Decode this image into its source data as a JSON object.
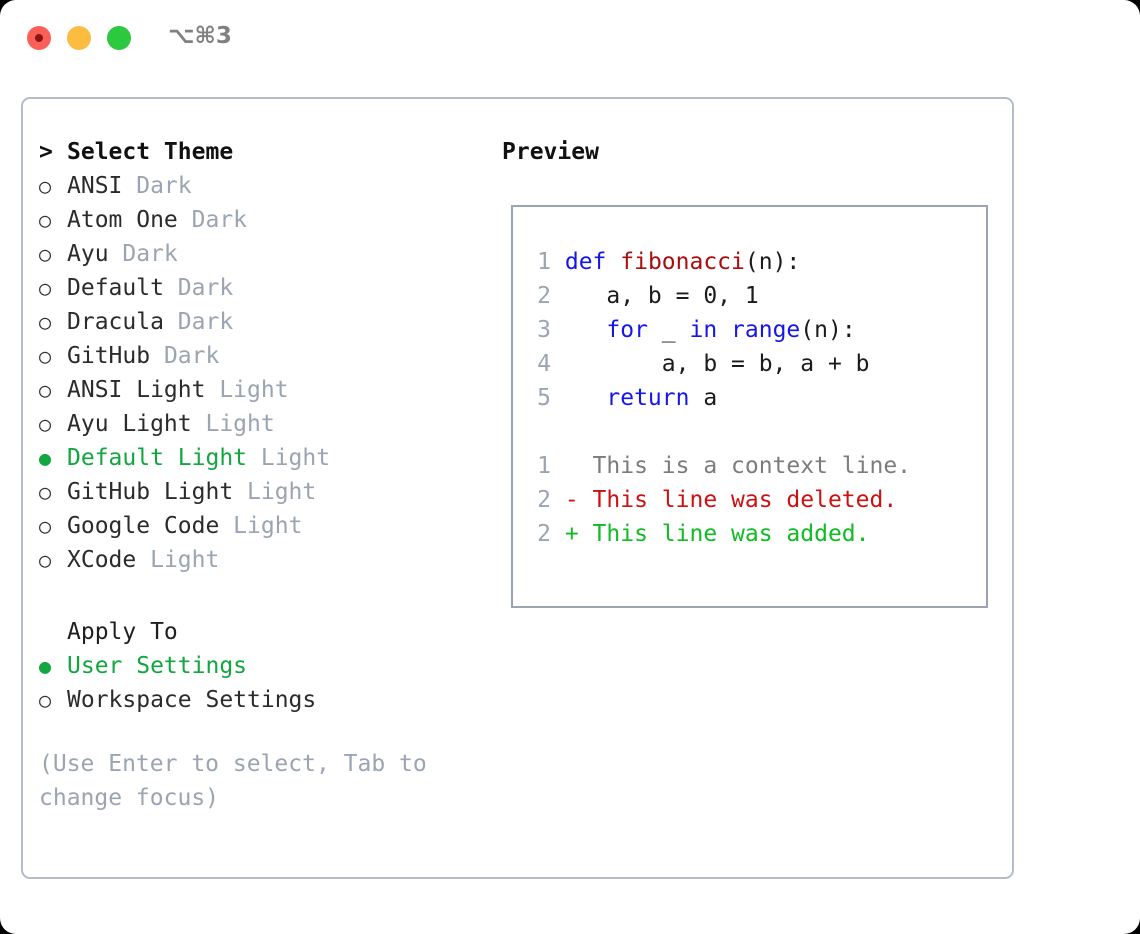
{
  "titlebar": {
    "shortcut": "⌥⌘3",
    "buttons": [
      "close",
      "minimize",
      "maximize"
    ]
  },
  "theme_picker": {
    "header": "> Select Theme",
    "header_prefix": ">",
    "header_text": "Select Theme",
    "marker_selected": "●",
    "marker_unselected": "○",
    "selected_theme": "Default Light",
    "accent_color": "#12a63f",
    "muted_color": "#9aa5b1",
    "items": [
      {
        "name": "ANSI",
        "category": "Dark",
        "selected": false
      },
      {
        "name": "Atom One",
        "category": "Dark",
        "selected": false
      },
      {
        "name": "Ayu",
        "category": "Dark",
        "selected": false
      },
      {
        "name": "Default",
        "category": "Dark",
        "selected": false
      },
      {
        "name": "Dracula",
        "category": "Dark",
        "selected": false
      },
      {
        "name": "GitHub",
        "category": "Dark",
        "selected": false
      },
      {
        "name": "ANSI Light",
        "category": "Light",
        "selected": false
      },
      {
        "name": "Ayu Light",
        "category": "Light",
        "selected": false
      },
      {
        "name": "Default Light",
        "category": "Light",
        "selected": true
      },
      {
        "name": "GitHub Light",
        "category": "Light",
        "selected": false
      },
      {
        "name": "Google Code",
        "category": "Light",
        "selected": false
      },
      {
        "name": "XCode",
        "category": "Light",
        "selected": false
      }
    ]
  },
  "apply_to": {
    "label": "Apply To",
    "selected_option": "User Settings",
    "options": [
      {
        "name": "User Settings",
        "selected": true
      },
      {
        "name": "Workspace Settings",
        "selected": false
      }
    ]
  },
  "hint": "(Use Enter to select, Tab to change focus)",
  "preview": {
    "title": "Preview",
    "code_lines": [
      {
        "num": "1",
        "segments": [
          {
            "t": "def ",
            "c": "kw"
          },
          {
            "t": "fibonacci",
            "c": "fn"
          },
          {
            "t": "(n):",
            "c": "pl"
          }
        ]
      },
      {
        "num": "2",
        "segments": [
          {
            "t": "    a, b = 0, 1",
            "c": "pl"
          }
        ]
      },
      {
        "num": "3",
        "segments": [
          {
            "t": "    ",
            "c": "pl"
          },
          {
            "t": "for",
            "c": "kw"
          },
          {
            "t": " _ ",
            "c": "pl"
          },
          {
            "t": "in",
            "c": "kw"
          },
          {
            "t": " ",
            "c": "pl"
          },
          {
            "t": "range",
            "c": "kw"
          },
          {
            "t": "(n):",
            "c": "pl"
          }
        ]
      },
      {
        "num": "4",
        "segments": [
          {
            "t": "        a, b = b, a + b",
            "c": "pl"
          }
        ]
      },
      {
        "num": "5",
        "segments": [
          {
            "t": "    ",
            "c": "pl"
          },
          {
            "t": "return",
            "c": "kw"
          },
          {
            "t": " a",
            "c": "pl"
          }
        ]
      }
    ],
    "diff_lines": [
      {
        "num": "1",
        "segments": [
          {
            "t": "   This is a context line.",
            "c": "ctx"
          }
        ]
      },
      {
        "num": "2",
        "segments": [
          {
            "t": " - This line was deleted.",
            "c": "del"
          }
        ]
      },
      {
        "num": "2",
        "segments": [
          {
            "t": " + This line was added.",
            "c": "add"
          }
        ]
      }
    ]
  }
}
